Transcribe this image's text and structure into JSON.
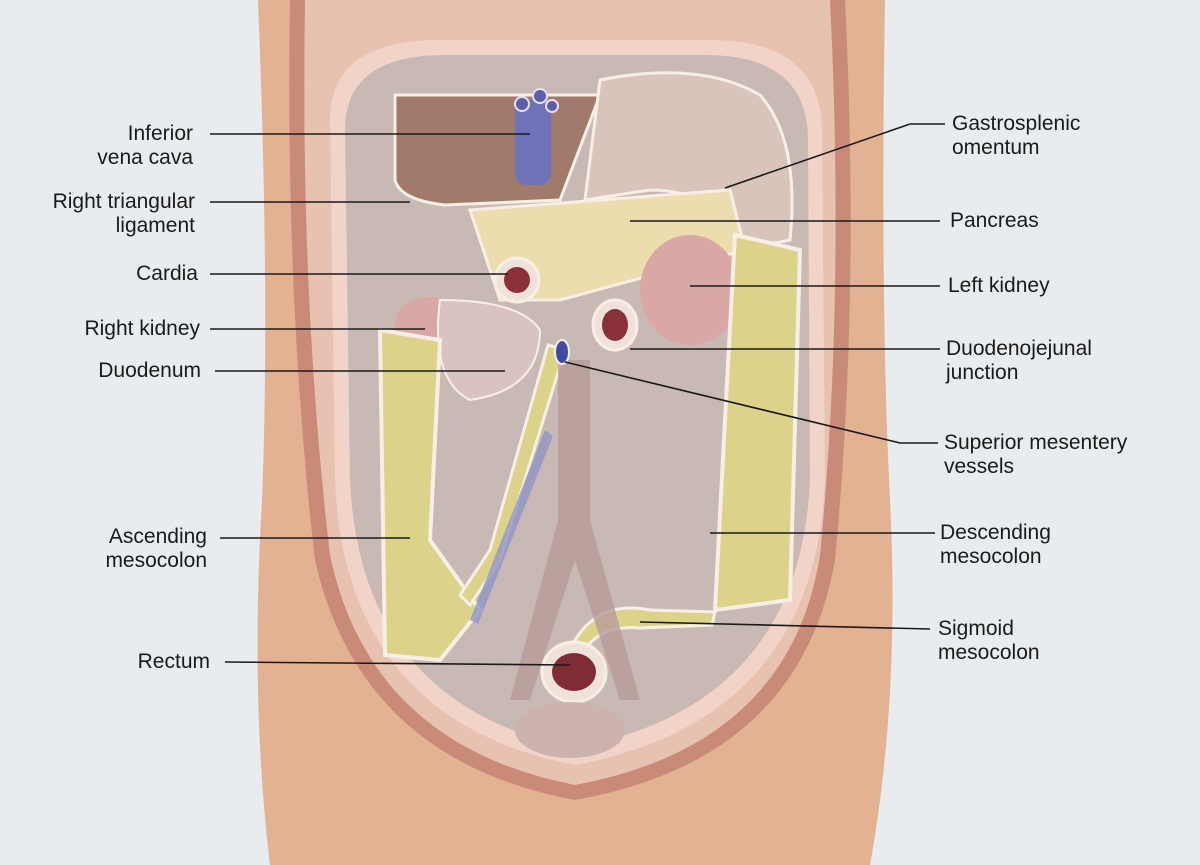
{
  "labels": {
    "inferior_vena_cava": [
      "Inferior",
      "vena cava"
    ],
    "right_triangular_ligament": [
      "Right triangular",
      "ligament"
    ],
    "cardia": [
      "Cardia"
    ],
    "right_kidney": [
      "Right kidney"
    ],
    "duodenum": [
      "Duodenum"
    ],
    "ascending_mesocolon": [
      "Ascending",
      "mesocolon"
    ],
    "rectum": [
      "Rectum"
    ],
    "gastrosplenic_omentum": [
      "Gastrosplenic",
      "omentum"
    ],
    "pancreas": [
      "Pancreas"
    ],
    "left_kidney": [
      "Left kidney"
    ],
    "duodenojejunal_junction": [
      "Duodenojejunal",
      "junction"
    ],
    "superior_mesentery_vessels": [
      "Superior mesentery",
      "vessels"
    ],
    "descending_mesocolon": [
      "Descending",
      "mesocolon"
    ],
    "sigmoid_mesocolon": [
      "Sigmoid",
      "mesocolon"
    ]
  },
  "colors": {
    "background": "#e9ecee",
    "skin": "#e2b293",
    "muscle": "#c98a78",
    "peritoneum_cut": "#f2d3c8",
    "posterior_wall": "#c9b9b4",
    "liver_area": "#a17a6c",
    "pancreas": "#eddcae",
    "mesocolon_fat": "#ddd28a",
    "kidney": "#d8a7a6",
    "vena_cava": "#6f72b8",
    "rectum": "#7f2c34",
    "leader_line": "#1a1a1a"
  }
}
